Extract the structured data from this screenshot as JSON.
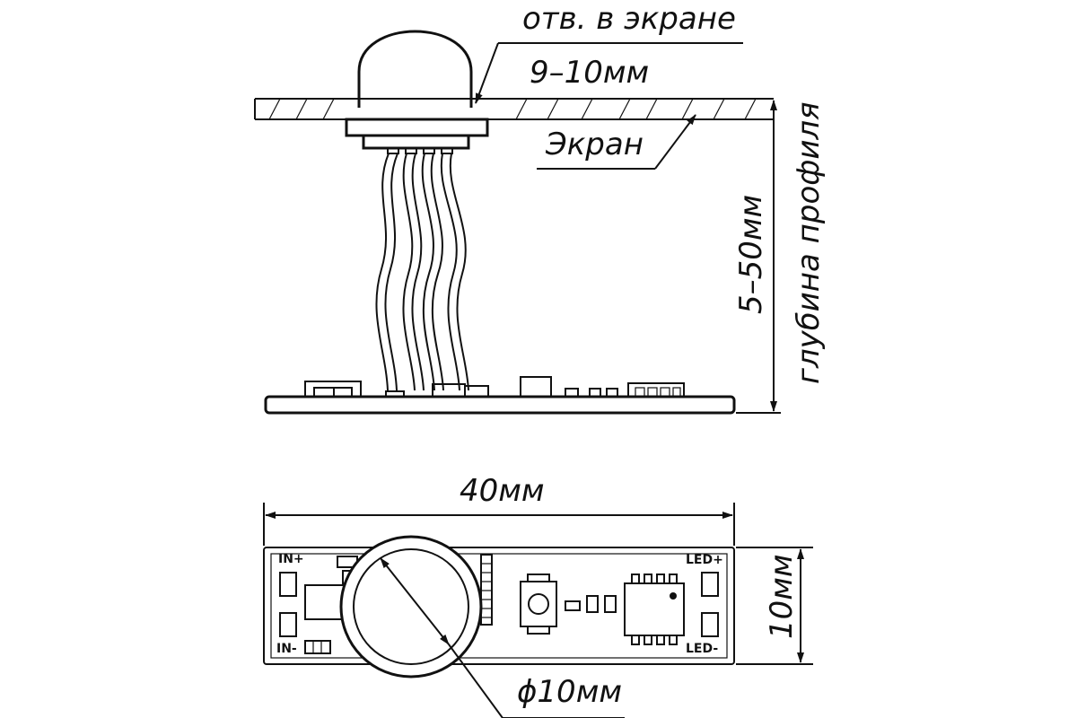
{
  "side_view": {
    "hole_label": "отв. в экране",
    "hole_size": "9–10мм",
    "screen_label": "Экран",
    "depth_value": "5–50мм",
    "depth_label": "глубина профиля"
  },
  "top_view": {
    "length": "40мм",
    "width": "10мм",
    "diameter": "ϕ10мм",
    "pins": {
      "in_plus": "IN+",
      "in_minus": "IN-",
      "led_plus": "LED+",
      "led_minus": "LED-"
    }
  }
}
